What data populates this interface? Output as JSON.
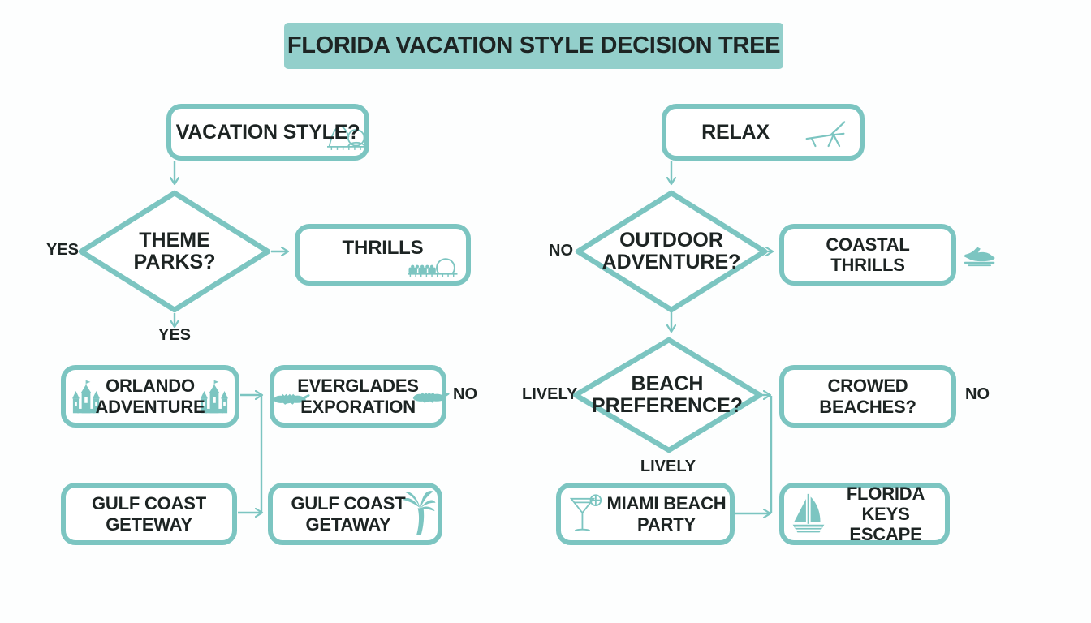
{
  "title": "FLORIDA VACATION STYLE DECISION TREE",
  "colors": {
    "teal": "#7cc5c1",
    "title_bg": "#93cfcb",
    "text": "#1d2423",
    "background": "#fdfefe"
  },
  "nodes": {
    "vacation_style": {
      "label": "VACATION STYLE?",
      "icon": "roller-coaster-icon"
    },
    "theme_parks": {
      "label": "THEME PARKS?"
    },
    "thrills": {
      "label": "THRILLS",
      "icon": "roller-coaster-train-icon"
    },
    "orlando": {
      "label": "ORLANDO ADVENTURE",
      "icon": "castle-icon"
    },
    "everglades": {
      "label": "EVERGLADES EXPORATION",
      "icon": "alligator-icon"
    },
    "gulf_geteway": {
      "label": "GULF COAST GETEWAY"
    },
    "gulf_getaway": {
      "label": "GULF COAST GETAWAY",
      "icon": "palm-tree-icon"
    },
    "relax": {
      "label": "RELAX",
      "icon": "beach-chair-icon"
    },
    "outdoor_adventure": {
      "label": "OUTDOOR ADVENTURE?"
    },
    "coastal_thrills": {
      "label": "COASTAL THRILLS",
      "icon": "jet-ski-icon"
    },
    "beach_preference": {
      "label": "BEACH PREFERENCE?"
    },
    "crowded_beaches": {
      "label": "CROWED BEACHES?"
    },
    "miami_beach": {
      "label": "MIAMI BEACH PARTY",
      "icon": "cocktail-icon"
    },
    "florida_keys": {
      "label": "FLORIDA KEYS ESCAPE",
      "icon": "sailboat-icon"
    }
  },
  "edges": {
    "theme_parks_yes_left": "YES",
    "theme_parks_yes_down": "YES",
    "everglades_no": "NO",
    "outdoor_adventure_no": "NO",
    "beach_preference_lively_left": "LIVELY",
    "beach_preference_lively_down": "LIVELY",
    "crowded_beaches_no": "NO"
  }
}
